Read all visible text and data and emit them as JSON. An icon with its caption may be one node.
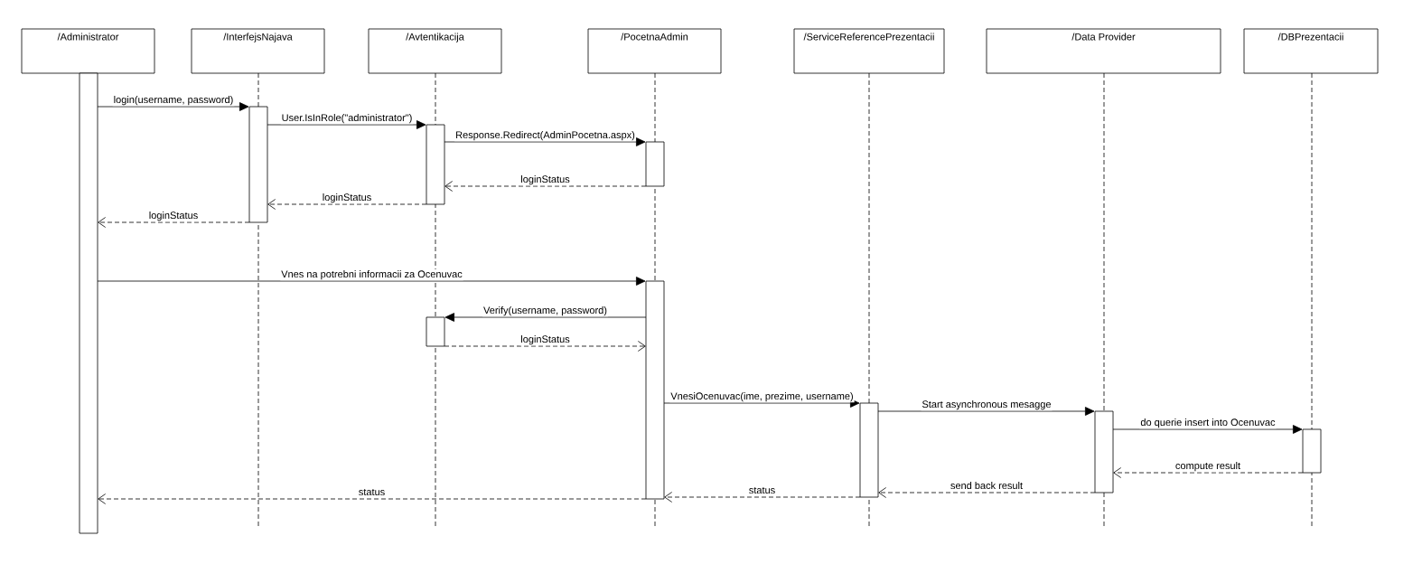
{
  "diagram": {
    "nodes": [
      {
        "text": [
          "/Administrator"
        ]
      },
      {
        "text": [
          "/InterfejsNajava"
        ]
      },
      {
        "text": [
          "/Avtentikacija"
        ]
      },
      {
        "text": [
          "/PocetnaAdmin"
        ]
      },
      {
        "text": [
          "/ServiceReferencePrezentacii"
        ]
      },
      {
        "text": [
          "/Data Provider"
        ]
      },
      {
        "text": [
          "/DBPrezentacii"
        ]
      },
      {
        "text": [],
        "shape": "bar"
      },
      {
        "text": [],
        "shape": "bar"
      },
      {
        "text": [],
        "shape": "bar"
      },
      {
        "text": [],
        "shape": "bar"
      },
      {
        "text": [],
        "shape": "bar"
      },
      {
        "text": [],
        "shape": "bar"
      },
      {
        "text": [],
        "shape": "bar"
      },
      {
        "text": [],
        "shape": "bar"
      },
      {
        "text": [],
        "shape": "bar"
      }
    ],
    "edges": [
      {
        "from": 7,
        "to": 8,
        "arrow": "to",
        "label": "login(username, password)"
      },
      {
        "from": 8,
        "to": 9,
        "arrow": "to",
        "label": "User.IsInRole(\"administrator\")"
      },
      {
        "from": 9,
        "to": 10,
        "arrow": "to",
        "label": "Response.Redirect(AdminPocetna.aspx)"
      },
      {
        "from": 10,
        "to": 9,
        "arrow": "to",
        "label": "loginStatus",
        "style": "dashed"
      },
      {
        "from": 9,
        "to": 8,
        "arrow": "to",
        "label": "loginStatus",
        "style": "dashed"
      },
      {
        "from": 8,
        "to": 7,
        "arrow": "to",
        "label": "loginStatus",
        "style": "dashed"
      },
      {
        "from": 7,
        "to": 11,
        "arrow": "to",
        "label": "Vnes na potrebni informacii za Ocenuvac"
      },
      {
        "from": 11,
        "to": 12,
        "arrow": "to",
        "label": "Verify(username, password)"
      },
      {
        "from": 12,
        "to": 11,
        "arrow": "to",
        "label": "loginStatus",
        "style": "dashed"
      },
      {
        "from": 11,
        "to": 13,
        "arrow": "to",
        "label": "VnesiOcenuvac(ime, prezime, username)"
      },
      {
        "from": 13,
        "to": 14,
        "arrow": "to",
        "label": "Start asynchronous mesagge"
      },
      {
        "from": 14,
        "to": 15,
        "arrow": "to",
        "label": "do querie insert into Ocenuvac"
      },
      {
        "from": 15,
        "to": 14,
        "arrow": "to",
        "label": "compute result",
        "style": "dashed"
      },
      {
        "from": 14,
        "to": 13,
        "arrow": "to",
        "label": "send back result",
        "style": "dashed"
      },
      {
        "from": 13,
        "to": 11,
        "arrow": "to",
        "label": "status",
        "style": "dashed"
      },
      {
        "from": 11,
        "to": 7,
        "arrow": "to",
        "label": "status",
        "style": "dashed"
      }
    ]
  }
}
